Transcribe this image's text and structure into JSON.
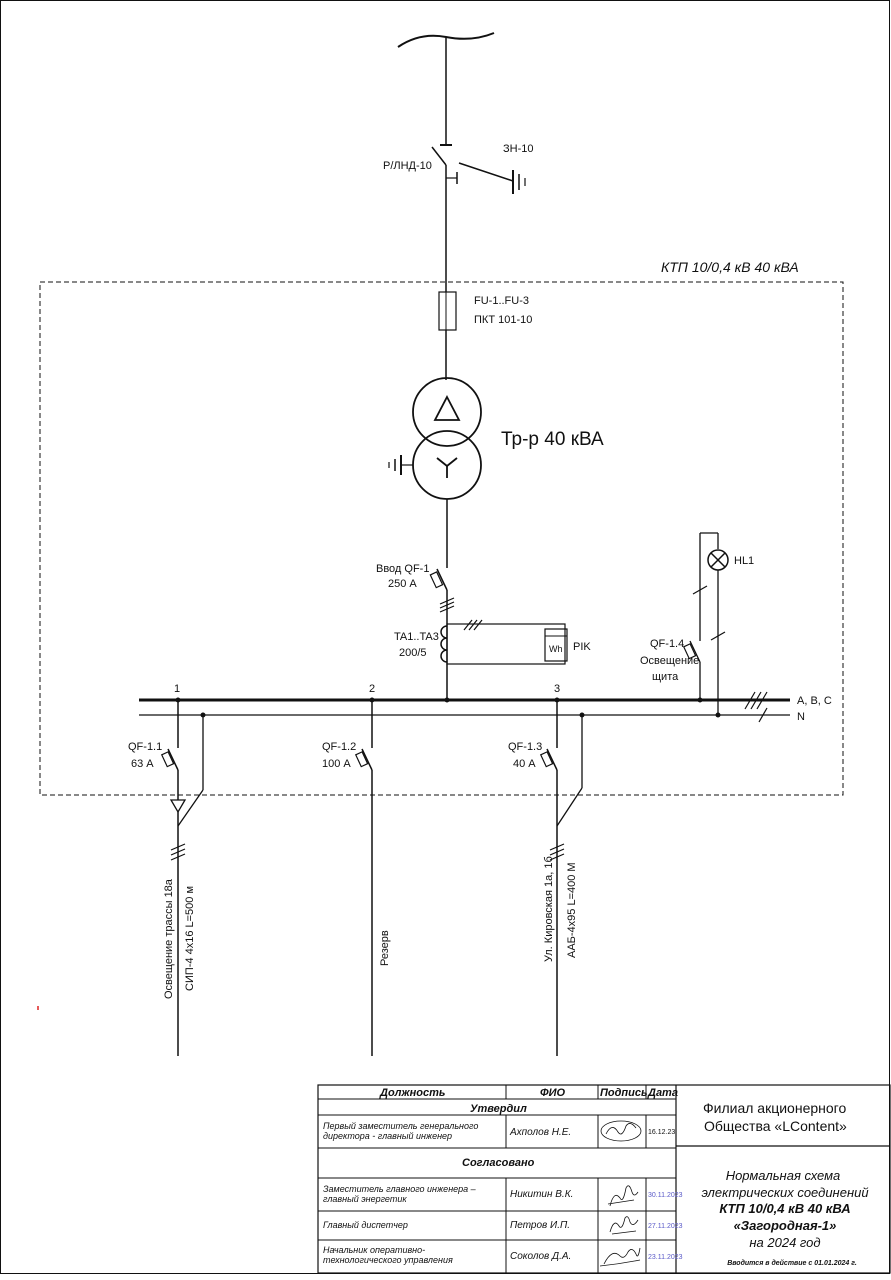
{
  "diagram": {
    "disconnector": "Р/ЛНД-10",
    "earthing_switch": "ЗН-10",
    "substation": "КТП 10/0,4 кВ 40 кВА",
    "fuse_line1": "FU-1..FU-3",
    "fuse_line2": "ПКТ 101-10",
    "transformer": "Тр-р 40 кВА",
    "main_breaker_line1": "Ввод QF-1",
    "main_breaker_line2": "250 А",
    "ct_line1": "TA1..TA3",
    "ct_line2": "200/5",
    "meter_symbol": "Wh",
    "meter": "PIK",
    "lamp": "HL1",
    "panel_breaker_line1": "QF-1.4",
    "panel_breaker_line2": "Освещение",
    "panel_breaker_line3": "щита",
    "bus_phases": "A, B, C",
    "bus_neutral": "N",
    "feeder_1": {
      "number": "1",
      "breaker": "QF-1.1",
      "rating": "63 А",
      "name": "Освещение трассы 18а",
      "cable": "СИП-4 4х16 L=500 м"
    },
    "feeder_2": {
      "number": "2",
      "breaker": "QF-1.2",
      "rating": "100 А",
      "name": "Резерв"
    },
    "feeder_3": {
      "number": "3",
      "breaker": "QF-1.3",
      "rating": "40 А",
      "name": "Ул. Кировская 1а, 1б",
      "cable": "ААБ-4х95 L=400 М"
    }
  },
  "title_block": {
    "col_position": "Должность",
    "col_name": "ФИО",
    "col_sign": "Подпись",
    "col_date": "Дата",
    "approved": "Утвердил",
    "approver_pos_1": "Первый заместитель генерального",
    "approver_pos_2": "директора - главный инженер",
    "approver_name": "Ахполов Н.Е.",
    "approver_date": "16.12.23",
    "agreed": "Согласовано",
    "row1_pos_1": "Заместитель главного инженера –",
    "row1_pos_2": "главный энергетик",
    "row1_name": "Никитин В.К.",
    "row1_date": "30.11.2023",
    "row2_pos": "Главный диспетчер",
    "row2_name": "Петров И.П.",
    "row2_date": "27.11.2023",
    "row3_pos_1": "Начальник оперативно-",
    "row3_pos_2": "технологического управления",
    "row3_name": "Соколов Д.А.",
    "row3_date": "23.11.2023",
    "org_1": "Филиал акционерного",
    "org_2": "Общества «LContent»",
    "title_1": "Нормальная схема",
    "title_2": "электрических соединений",
    "title_3": "КТП 10/0,4 кВ 40 кВА",
    "title_4": "«Загородная-1»",
    "title_5": "на 2024 год",
    "effective": "Вводится в действие с 01.01.2024 г."
  }
}
